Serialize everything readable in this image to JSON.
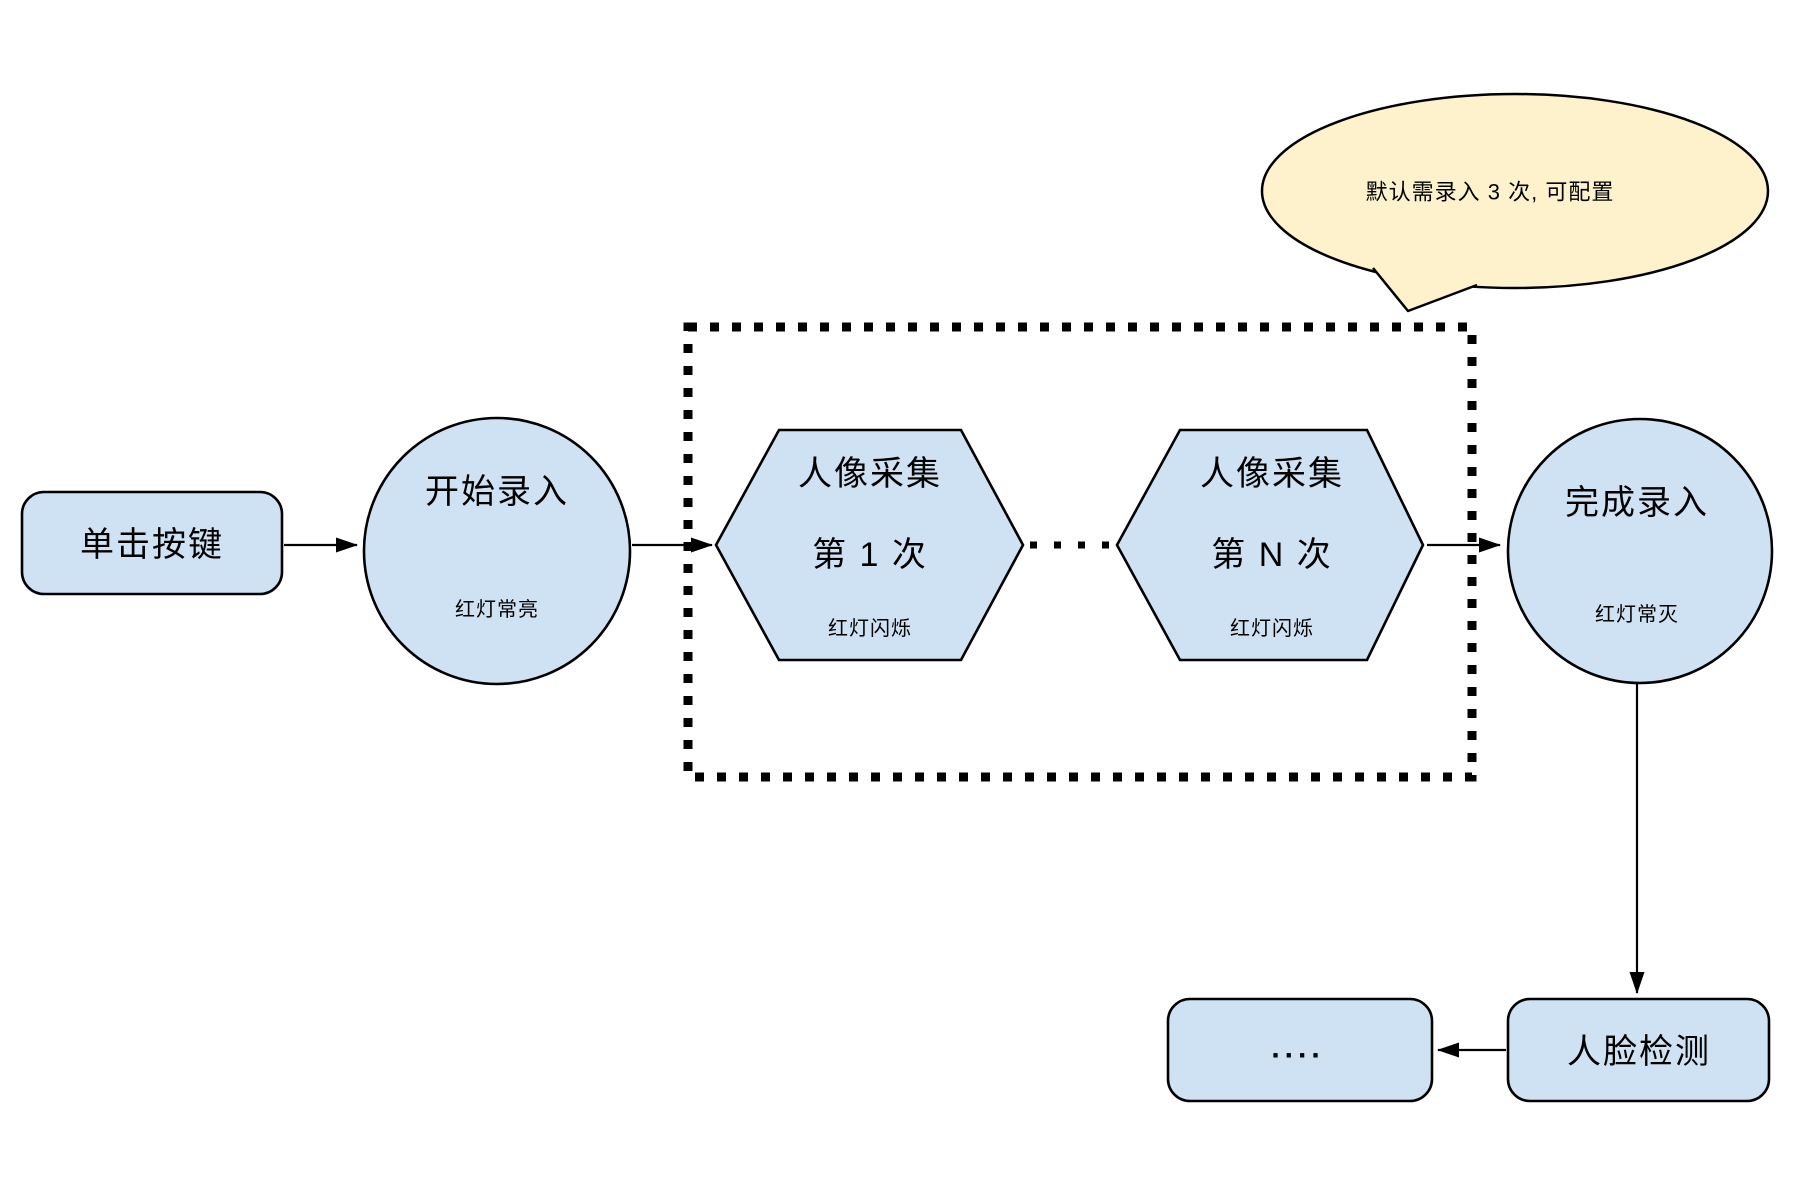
{
  "colors": {
    "node_fill": "#cfe2f3",
    "node_stroke": "#000000",
    "callout_fill": "#fdf2cc",
    "connector": "#000000",
    "background": "#ffffff"
  },
  "nodes": {
    "click_button": {
      "label": "单击按键"
    },
    "start_enroll": {
      "label": "开始录入",
      "status": "红灯常亮"
    },
    "capture_first": {
      "title": "人像采集",
      "count": "第 1 次",
      "status": "红灯闪烁"
    },
    "capture_nth": {
      "title": "人像采集",
      "count": "第 N 次",
      "status": "红灯闪烁"
    },
    "finish_enroll": {
      "label": "完成录入",
      "status": "红灯常灭"
    },
    "face_detect": {
      "label": "人脸检测"
    },
    "more": {
      "label": "...."
    }
  },
  "callout": {
    "text": "默认需录入 3 次, 可配置"
  }
}
